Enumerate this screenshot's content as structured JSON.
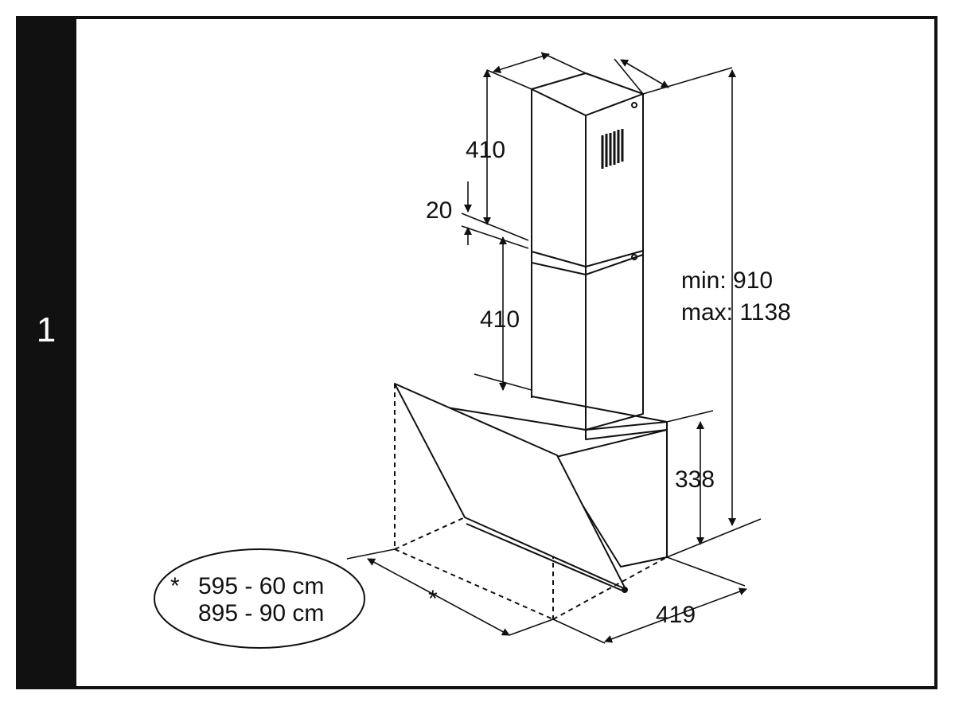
{
  "step": {
    "number": "1"
  },
  "dimensions": {
    "upper_chimney": "410",
    "gap": "20",
    "lower_chimney": "410",
    "total_min": "min: 910",
    "total_max": "max: 1138",
    "body_height": "338",
    "depth": "419",
    "width_marker": "*"
  },
  "width_note": {
    "asterisk": "*",
    "line1": "595 - 60 cm",
    "line2": "895 - 90 cm"
  },
  "colors": {
    "line": "#111111",
    "sidebar": "#111111",
    "background": "#ffffff"
  }
}
